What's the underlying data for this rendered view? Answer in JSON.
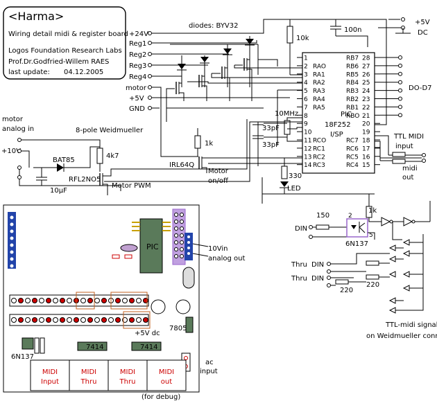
{
  "title_box": {
    "title": "<Harma>",
    "line1": "Wiring detail midi & register board",
    "line2": "Logos Foundation Research Labs",
    "line3": "Prof.Dr.Godfried-Willem RAES",
    "update_label": "last update:",
    "update_date": "04.12.2005"
  },
  "rails": {
    "p24v": "+24V",
    "reg1": "Reg1",
    "reg2": "Reg2",
    "reg3": "Reg3",
    "reg4": "Reg4",
    "motor": "motor",
    "p5v": "+5V",
    "gnd": "GND"
  },
  "diodes_label": "diodes: BYV32",
  "resistor_10k": "10k",
  "cap_100n": "100n",
  "supply": {
    "v": "+5V",
    "dc": "DC"
  },
  "pic": {
    "name1": "PIC",
    "name2": "18F252",
    "name3": "I/SP",
    "left_pins": [
      {
        "num": "1",
        "name": ""
      },
      {
        "num": "2",
        "name": "RAO"
      },
      {
        "num": "3",
        "name": "RA1"
      },
      {
        "num": "4",
        "name": "RA2"
      },
      {
        "num": "5",
        "name": "RA3"
      },
      {
        "num": "6",
        "name": "RA4"
      },
      {
        "num": "7",
        "name": "RA5"
      },
      {
        "num": "8",
        "name": ""
      },
      {
        "num": "9",
        "name": ""
      },
      {
        "num": "10",
        "name": ""
      },
      {
        "num": "11",
        "name": "RCO"
      },
      {
        "num": "12",
        "name": "RC1"
      },
      {
        "num": "13",
        "name": "RC2"
      },
      {
        "num": "14",
        "name": "RC3"
      }
    ],
    "right_pins": [
      {
        "num": "28",
        "name": "RB7"
      },
      {
        "num": "27",
        "name": "RB6"
      },
      {
        "num": "26",
        "name": "RB5"
      },
      {
        "num": "25",
        "name": "RB4"
      },
      {
        "num": "24",
        "name": "RB3"
      },
      {
        "num": "23",
        "name": "RB2"
      },
      {
        "num": "22",
        "name": "RB1"
      },
      {
        "num": "21",
        "name": "RBO"
      },
      {
        "num": "20",
        "name": ""
      },
      {
        "num": "19",
        "name": ""
      },
      {
        "num": "18",
        "name": "RC7"
      },
      {
        "num": "17",
        "name": "RC6"
      },
      {
        "num": "16",
        "name": "RC5"
      },
      {
        "num": "15",
        "name": "RC4"
      }
    ]
  },
  "data_bus": "DO-D7",
  "crystal": "10MHz",
  "cap_33pf_a": "33pF",
  "cap_33pf_b": "33pF",
  "led_resistor": "330",
  "led_label": "LED",
  "ttl_midi": {
    "line1": "TTL MIDI",
    "line2": "input"
  },
  "midi_out": {
    "line1": "midi",
    "line2": "out"
  },
  "motor_in": {
    "line1": "motor",
    "line2": "analog in"
  },
  "p10v": "+10V",
  "weidmueller": "8-pole Weidmueller",
  "r_4k7": "4k7",
  "r_1k": "1k",
  "bat85": "BAT85",
  "mosfet1": "RFL2NO5",
  "irl64q": "IRL64Q",
  "cap_10uf": "10µF",
  "motor_pwm": "Motor PWM",
  "motor_onoff": {
    "line1": "Motor",
    "line2": "on/off"
  },
  "din_section": {
    "r150": "150",
    "r1k": "1k",
    "din": "DIN",
    "opto": "6N137",
    "pin2": "2",
    "pin5": "5",
    "thru1": "Thru",
    "din1": "DIN",
    "thru2": "Thru",
    "din2": "DIN",
    "r220a": "220",
    "r220b": "220",
    "footer1": "TTL-midi signals",
    "footer2": "on Weidmueller connectors"
  },
  "board": {
    "pic": "PIC",
    "v10in": "10Vin",
    "analog_out": "analog out",
    "p5vdc": "+5V dc",
    "reg7805": "7805",
    "opto": "6N137",
    "ic1": "7414",
    "ic2": "7414",
    "ac_input": {
      "line1": "ac",
      "line2": "input"
    },
    "midi_boxes": [
      {
        "line1": "MIDI",
        "line2": "Input"
      },
      {
        "line1": "MIDI",
        "line2": "Thru"
      },
      {
        "line1": "MIDI",
        "line2": "Thru"
      },
      {
        "line1": "MIDI",
        "line2": "out"
      }
    ],
    "debug_note": "(for debug)"
  },
  "colors": {
    "red_label": "#cc0000",
    "brown_label": "#c06020",
    "board_blue": "#2244aa",
    "ic_green": "#5a7a5a",
    "purple": "#9966cc"
  }
}
